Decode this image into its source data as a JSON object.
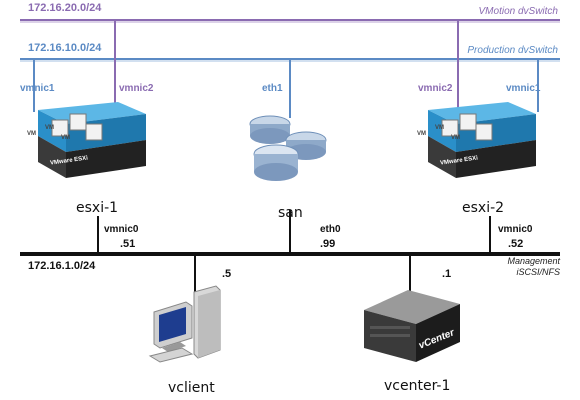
{
  "colors": {
    "vmotion": "#8a6bb1",
    "production": "#5b8ac4",
    "management": "#111111",
    "esxi_blue": "#2a8fc9"
  },
  "networks": {
    "vmotion": {
      "subnet": "172.16.20.0/24",
      "switch": "VMotion dvSwitch"
    },
    "production": {
      "subnet": "172.16.10.0/24",
      "switch": "Production dvSwitch"
    },
    "management": {
      "subnet": "172.16.1.0/24",
      "line1": "Management",
      "line2": "iSCSI/NFS"
    }
  },
  "nodes": {
    "esxi1": {
      "name": "esxi-1",
      "nic_a": "vmnic1",
      "nic_b": "vmnic2",
      "mgmt_nic": "vmnic0",
      "ip": ".51",
      "brand": "VMware ESXi",
      "badge": "ESXi"
    },
    "san": {
      "name": "san",
      "nic_a": "eth1",
      "mgmt_nic": "eth0",
      "ip": ".99"
    },
    "esxi2": {
      "name": "esxi-2",
      "nic_a": "vmnic2",
      "nic_b": "vmnic1",
      "mgmt_nic": "vmnic0",
      "ip": ".52",
      "brand": "VMware ESXi",
      "badge": "ESXi"
    },
    "vclient": {
      "name": "vclient",
      "ip": ".5"
    },
    "vcenter": {
      "name": "vcenter-1",
      "ip": ".1",
      "badge": "vCenter"
    }
  },
  "vm_badge": "VM"
}
